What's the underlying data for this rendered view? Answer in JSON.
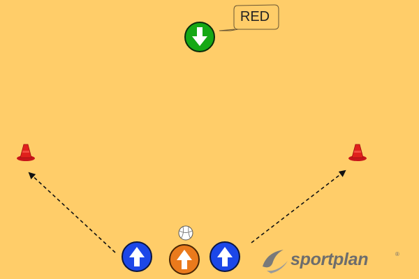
{
  "callout": {
    "text": "RED"
  },
  "logo": {
    "text": "sportplan",
    "mark": "®"
  },
  "colors": {
    "background": "#ffcd69",
    "defender": "#15a815",
    "attacker": "#1c47e8",
    "ball_carrier": "#ea7a1c",
    "cone": "#e0201c"
  },
  "elements": {
    "defender": {
      "icon": "arrow-down-icon"
    },
    "attackers": [
      {
        "role": "blue-left",
        "icon": "arrow-up-icon"
      },
      {
        "role": "orange-center",
        "icon": "arrow-up-icon"
      },
      {
        "role": "blue-right",
        "icon": "arrow-up-icon"
      }
    ],
    "cones": 2,
    "ball": "volleyball-icon",
    "run_lines": 2
  }
}
